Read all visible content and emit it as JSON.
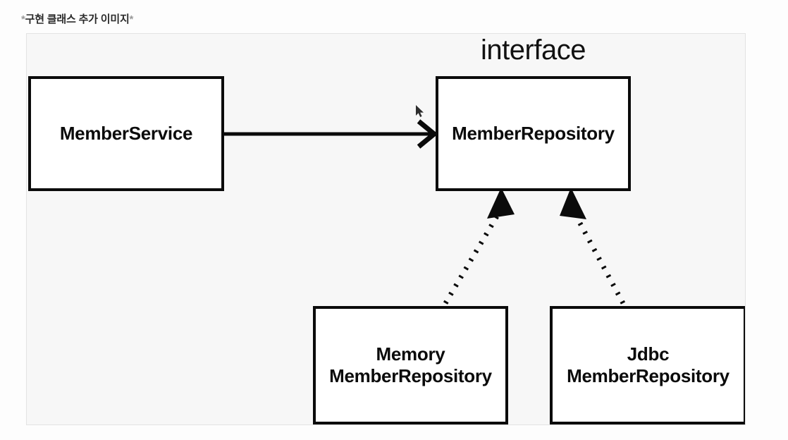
{
  "caption": {
    "prefix_marker": "*",
    "text": "구현 클래스 추가 이미지",
    "suffix_marker": "*"
  },
  "diagram": {
    "type": "uml-class-diagram",
    "background_color": "#f7f7f7",
    "border_color": "#e3e3e3",
    "stroke_color": "#0b0b0b",
    "box_fill_color": "#ffffff",
    "stereotype": "interface",
    "nodes": [
      {
        "id": "member-service",
        "label": "MemberService"
      },
      {
        "id": "member-repository",
        "label": "MemberRepository"
      },
      {
        "id": "memory-member-repository",
        "label": "Memory\nMemberRepository"
      },
      {
        "id": "jdbc-member-repository",
        "label": "Jdbc\nMemberRepository"
      }
    ],
    "edges": [
      {
        "id": "uses",
        "from": "member-service",
        "to": "member-repository",
        "style": "solid",
        "arrowhead": "open"
      },
      {
        "id": "implements-memory",
        "from": "memory-member-repository",
        "to": "member-repository",
        "style": "dotted",
        "arrowhead": "closed-triangle"
      },
      {
        "id": "implements-jdbc",
        "from": "jdbc-member-repository",
        "to": "member-repository",
        "style": "dotted",
        "arrowhead": "closed-triangle"
      }
    ]
  },
  "cursor": {
    "icon": "mouse-pointer"
  }
}
